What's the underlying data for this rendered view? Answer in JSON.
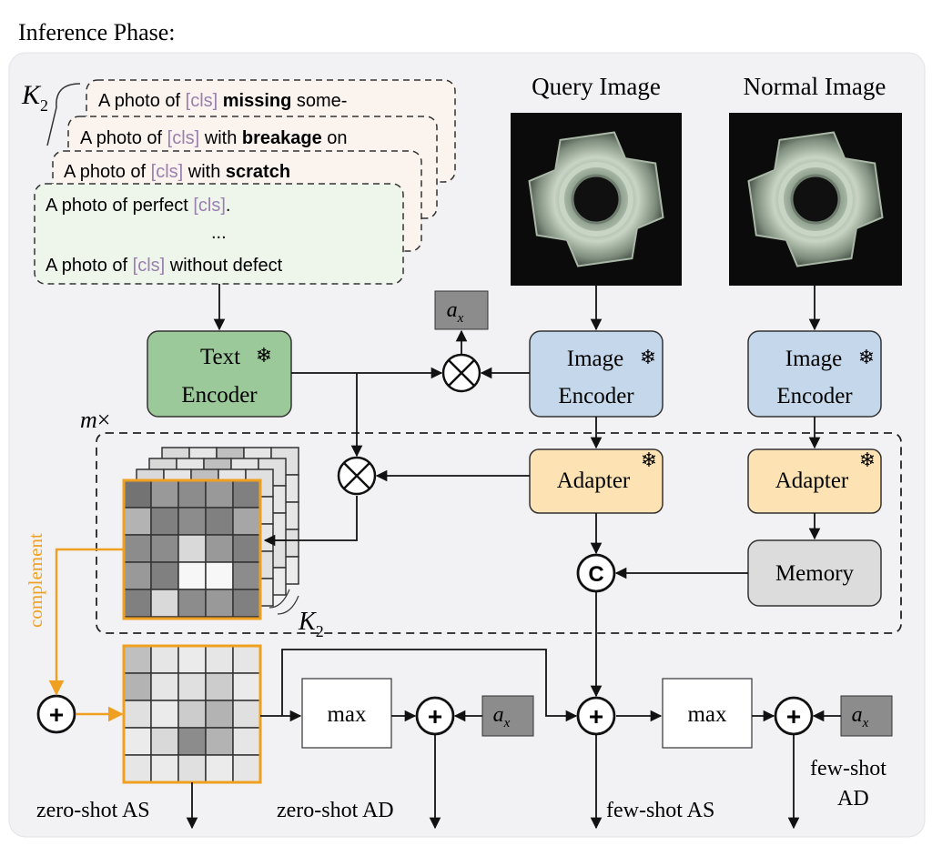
{
  "title": "Inference Phase:",
  "prompts": {
    "k_label": "K",
    "k_sub": "2",
    "abnormal": [
      {
        "prefix": "A photo of ",
        "cls": "[cls]",
        "mid": " ",
        "bold": "missing",
        "suffix": " some-"
      },
      {
        "prefix": "A photo of ",
        "cls": "[cls]",
        "mid": " with ",
        "bold": "breakage",
        "suffix": " on"
      },
      {
        "prefix": "A photo of ",
        "cls": "[cls]",
        "mid": " with ",
        "bold": "scratch",
        "suffix": ""
      }
    ],
    "normal": {
      "line1_prefix": "A photo of perfect ",
      "line1_cls": "[cls]",
      "line1_suffix": ".",
      "ellipsis": "...",
      "line3_prefix": "A photo of ",
      "line3_cls": "[cls]",
      "line3_suffix": " without defect"
    }
  },
  "images": {
    "query_title": "Query Image",
    "normal_title": "Normal Image"
  },
  "blocks": {
    "text_encoder_line1": "Text",
    "text_encoder_line2": "Encoder",
    "image_encoder_line1": "Image",
    "image_encoder_line2": "Encoder",
    "adapter": "Adapter",
    "memory": "Memory",
    "max": "max",
    "ax": "a",
    "ax_sub": "x",
    "concat_symbol": "C",
    "plus_symbol": "+",
    "snowflake": "❄"
  },
  "labels": {
    "m_times": "m",
    "times_symbol": "×",
    "k2_main": "K",
    "k2_sub": "2",
    "complement": "complement",
    "zero_shot_as": "zero-shot AS",
    "zero_shot_ad": "zero-shot AD",
    "few_shot_as": "few-shot AS",
    "few_shot_ad_line1": "few-shot",
    "few_shot_ad_line2": "AD"
  },
  "colors": {
    "text_encoder": "#9cc99a",
    "image_encoder": "#c5d7ea",
    "adapter": "#fde3b3",
    "memory": "#dcdcdc",
    "ax_box": "#8c8c8c",
    "orange": "#f0a020",
    "cls_purple": "#9a7fb0",
    "panel_bg": "#f2f2f4",
    "normal_prompt_bg": "#eef6ec",
    "abnormal_prompt_bg": "#fbf3ee"
  },
  "maps": {
    "similarity_map_cells": [
      [
        0.45,
        0.6,
        0.55,
        0.6,
        0.5
      ],
      [
        0.7,
        0.5,
        0.55,
        0.5,
        0.65
      ],
      [
        0.55,
        0.55,
        0.85,
        0.6,
        0.5
      ],
      [
        0.6,
        0.5,
        0.97,
        0.97,
        0.55
      ],
      [
        0.5,
        0.85,
        0.55,
        0.6,
        0.5
      ]
    ],
    "anomaly_map_cells": [
      [
        0.75,
        0.9,
        0.92,
        0.9,
        0.9
      ],
      [
        0.7,
        0.9,
        0.88,
        0.8,
        0.92
      ],
      [
        0.88,
        0.92,
        0.8,
        0.7,
        0.88
      ],
      [
        0.92,
        0.85,
        0.55,
        0.7,
        0.9
      ],
      [
        0.9,
        0.92,
        0.88,
        0.92,
        0.9
      ]
    ],
    "back_layer_cells": [
      [
        0.85,
        0.9,
        0.75,
        0.9,
        0.88
      ],
      [
        0.92,
        0.8,
        0.9,
        0.85,
        0.9
      ],
      [
        0.88,
        0.9,
        0.92,
        0.8,
        0.9
      ],
      [
        0.9,
        0.85,
        0.9,
        0.92,
        0.88
      ],
      [
        0.92,
        0.9,
        0.88,
        0.9,
        0.92
      ]
    ]
  }
}
